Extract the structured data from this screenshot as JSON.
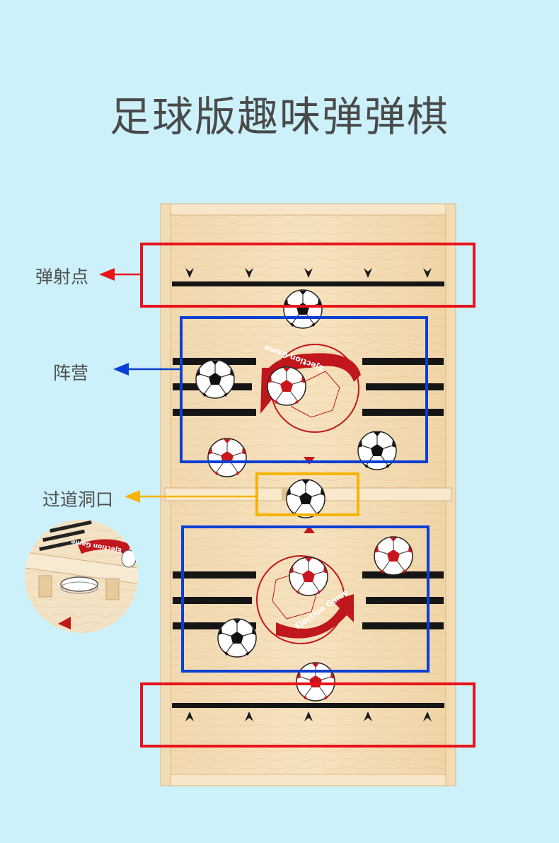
{
  "title": "足球版趣味弹弹棋",
  "labels": {
    "launch_point": "弹射点",
    "camp": "阵营",
    "passage_hole": "过道洞口"
  },
  "board_text": {
    "top_arrow_text": "Ejection Game",
    "bottom_arrow_text": "Ejection Game",
    "inset_arrow_text": "Ejection Game"
  },
  "colors": {
    "background": "#cdf1fb",
    "wood": "#f3dcb2",
    "launch_box": "#e8131a",
    "camp_box": "#0b3fd4",
    "passage_box": "#f6b400",
    "arrow_red": "#c0171c"
  }
}
